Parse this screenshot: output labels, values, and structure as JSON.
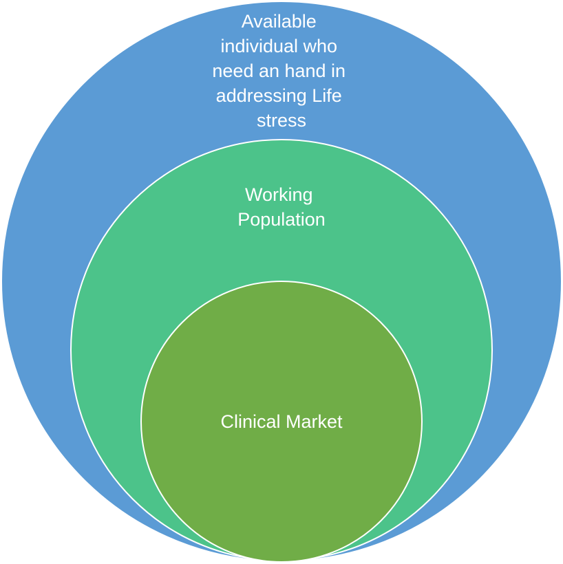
{
  "diagram": {
    "type": "nested-circles",
    "rings": [
      {
        "id": "outer",
        "label_lines": [
          "Available",
          "individual who",
          "need an hand in",
          "addressing Life",
          "stress"
        ],
        "color": "#5B9BD5"
      },
      {
        "id": "middle",
        "label_lines": [
          "Working",
          "Population"
        ],
        "color": "#4CC38A"
      },
      {
        "id": "inner",
        "label_lines": [
          "Clinical Market"
        ],
        "color": "#70AD47"
      }
    ],
    "stroke_color": "#ffffff"
  }
}
